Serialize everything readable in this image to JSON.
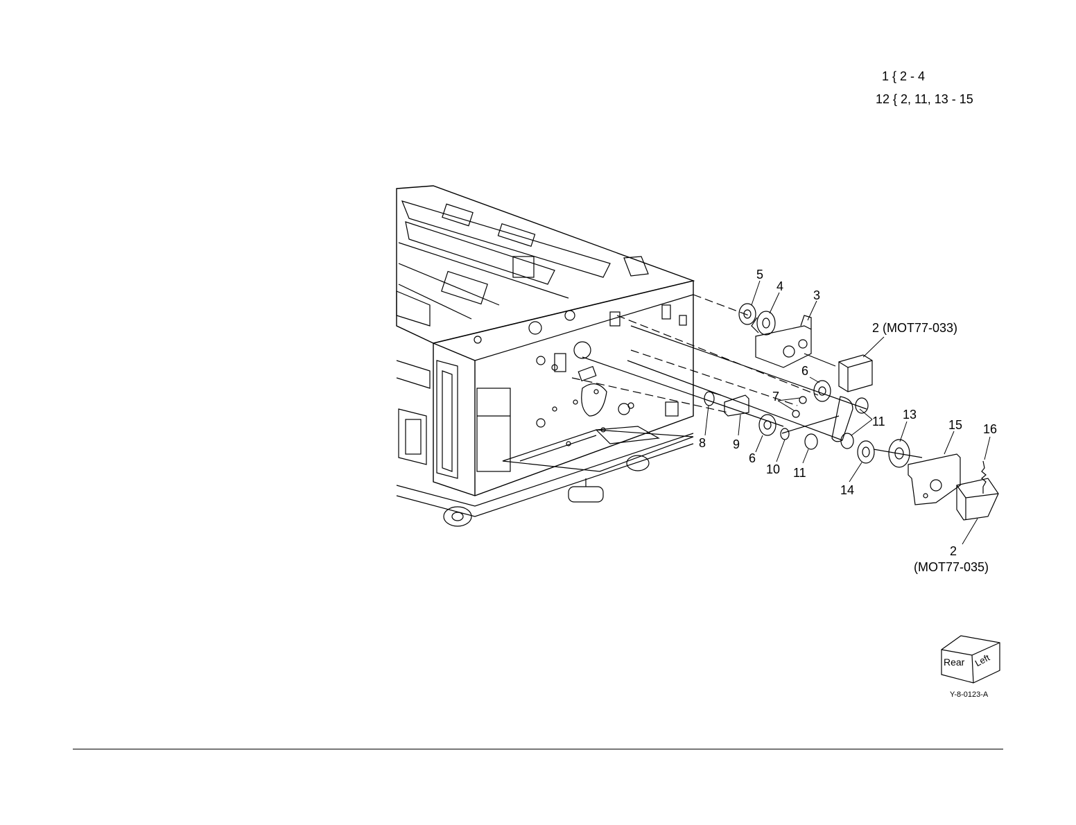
{
  "notes": [
    "1 { 2 - 4",
    "12 { 2, 11, 13 - 15"
  ],
  "callouts": {
    "c5": "5",
    "c4": "4",
    "c3": "3",
    "c2_top": "2 (MOT77-033)",
    "c6_upper": "6",
    "c7": "7",
    "c11_right": "11",
    "c13": "13",
    "c15": "15",
    "c16": "16",
    "c8": "8",
    "c9": "9",
    "c6_lower": "6",
    "c10": "10",
    "c11_lower": "11",
    "c14": "14",
    "c2_bottom_num": "2",
    "c2_bottom_code": "(MOT77-035)"
  },
  "orientation": {
    "rear": "Rear",
    "left": "Left"
  },
  "figure_id": "Y-8-0123-A"
}
